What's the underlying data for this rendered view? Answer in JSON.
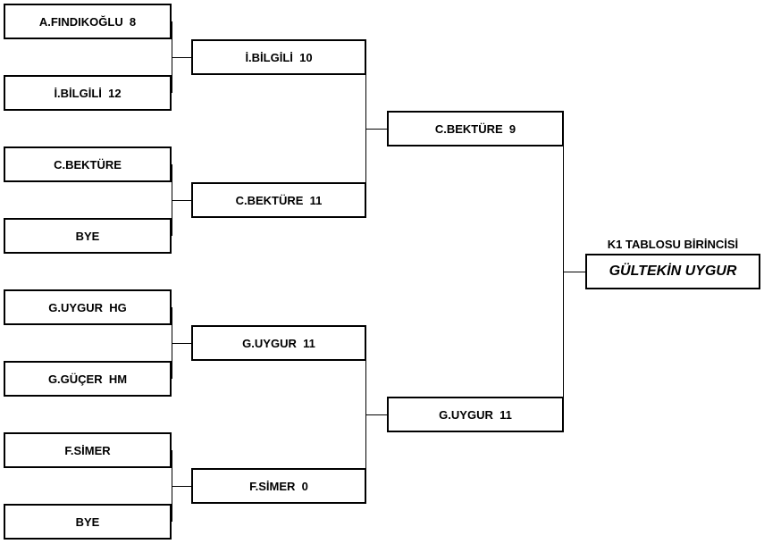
{
  "round1": [
    {
      "name": "A.FINDIKOĞLU  8"
    },
    {
      "name": "İ.BİLGİLİ  12"
    },
    {
      "name": "C.BEKTÜRE"
    },
    {
      "name": "BYE"
    },
    {
      "name": "G.UYGUR  HG"
    },
    {
      "name": "G.GÜÇER  HM"
    },
    {
      "name": "F.SİMER"
    },
    {
      "name": "BYE"
    }
  ],
  "round2": [
    {
      "name": "İ.BİLGİLİ  10"
    },
    {
      "name": "C.BEKTÜRE  11"
    },
    {
      "name": "G.UYGUR  11"
    },
    {
      "name": "F.SİMER  0"
    }
  ],
  "round3": [
    {
      "name": "C.BEKTÜRE  9"
    },
    {
      "name": "G.UYGUR  11"
    }
  ],
  "winner": {
    "label": "K1 TABLOSU BİRİNCİSİ",
    "name": "GÜLTEKİN UYGUR"
  }
}
